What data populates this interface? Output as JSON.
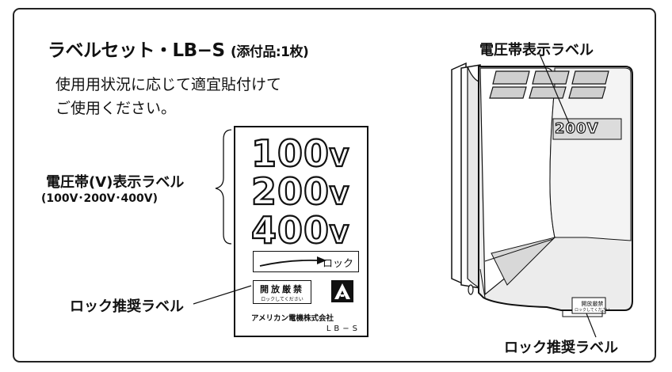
{
  "title": {
    "main": "ラベルセット・LB−S",
    "sub": "(添付品:1枚)"
  },
  "description": {
    "line1": "使用用状況に応じて適宜貼付けて",
    "line2": "ご使用ください。"
  },
  "labels": {
    "voltage_band": "電圧帯(V)表示ラベル",
    "voltage_band_sub": "(100V･200V･400V)",
    "lock_recommend": "ロック推奨ラベル",
    "voltage_display": "電圧帯表示ラベル"
  },
  "sheet": {
    "voltages": [
      {
        "number": "100",
        "unit": "V"
      },
      {
        "number": "200",
        "unit": "V"
      },
      {
        "number": "400",
        "unit": "V"
      }
    ],
    "lock_text": "ロック",
    "kaiho": "開放厳禁",
    "kaiho_small": "ロックしてください",
    "maker": "アメリカン電機株式会社",
    "model": "LB−S"
  },
  "device": {
    "voltage_label": "200V",
    "kaiho": "開放厳禁",
    "kaiho_small": "ロックしてください"
  }
}
